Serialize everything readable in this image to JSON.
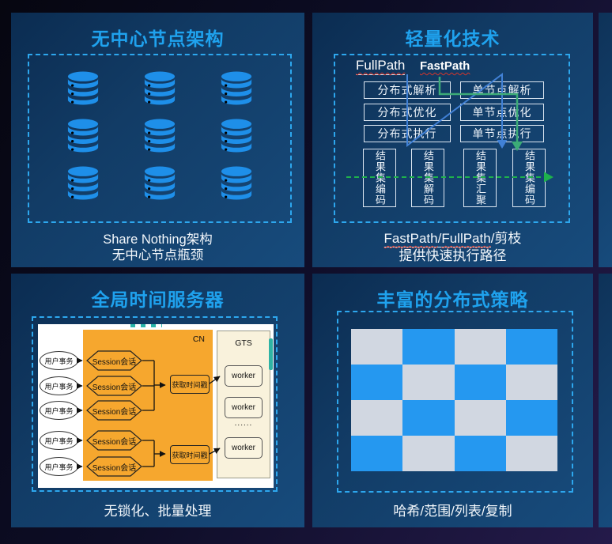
{
  "slide": {
    "accent_title_color": "#1fa2ee",
    "dashed_border_color": "#2da7ee",
    "panel_bg_color": "#123c66"
  },
  "p1": {
    "title": "无中心节点架构",
    "caption_line1": "Share Nothing架构",
    "caption_line2": "无中心节点瓶颈",
    "db_icon": "database-icon",
    "db_icon_color": "#1e8fe9",
    "db_count": 9
  },
  "p2": {
    "title": "轻量化技术",
    "label_fullpath": "FullPath",
    "label_fastpath": "FastPath",
    "left_boxes": [
      "分布式解析",
      "分布式优化",
      "分布式执行"
    ],
    "right_boxes": [
      "单节点解析",
      "单节点优化",
      "单节点执行"
    ],
    "result_boxes": [
      "结果集编码",
      "结果集解码",
      "结果集汇聚",
      "结果集编码"
    ],
    "caption1_fast": "FastPath",
    "caption1_slash": "/",
    "caption1_full": "FullPath",
    "caption1_rest": "/剪枝",
    "caption_line2": "提供快速执行路径",
    "colors": {
      "fullpath_line": "#4181d6",
      "fastpath_line": "#3cab77",
      "result_flow_line": "#1eb14c"
    }
  },
  "p3": {
    "title": "全局时间服务器",
    "caption": "无锁化、批量处理",
    "diagram": {
      "cn_label": "CN",
      "gts_label": "GTS",
      "user_label": "用户事务",
      "session_label": "Session会话",
      "timestamp_label": "获取时间戳",
      "worker_label": "worker",
      "dots": "......",
      "cn_color": "#f6a72e",
      "gts_color": "#f9f2dc"
    }
  },
  "p4": {
    "title": "丰富的分布式策略",
    "caption": "哈希/范围/列表/复制",
    "checker": {
      "rows": 4,
      "cols": 4,
      "color_a": "#d1d7e1",
      "color_b": "#2598f0"
    }
  }
}
